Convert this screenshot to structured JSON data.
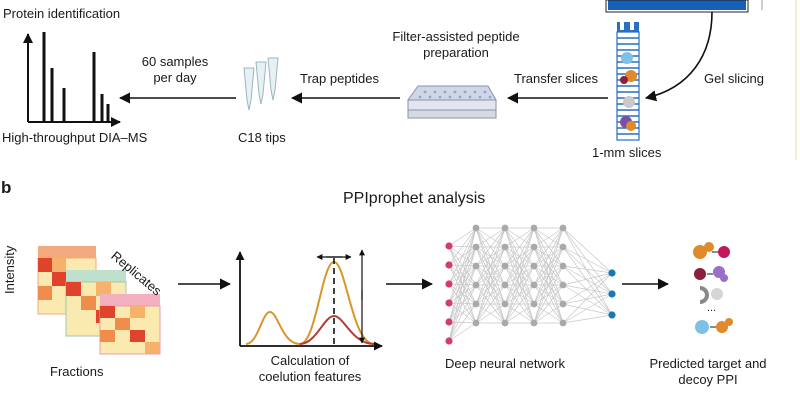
{
  "top": {
    "ms_label": "Protein identification",
    "ms_caption": "High-throughput DIA–MS",
    "samples_label": "60 samples per day",
    "trap_label": "Trap peptides",
    "tips_caption": "C18 tips",
    "filter_label": "Filter-assisted peptide preparation",
    "transfer_label": "Transfer slices",
    "slices_caption": "1-mm slices",
    "gel_label": "Gel slicing"
  },
  "panel_b": {
    "letter": "b",
    "title": "PPIprophet analysis",
    "intensity_axis": "Intensity",
    "replicates_label": "Replicates",
    "fractions_label": "Fractions",
    "coelution_caption_line1": "Calculation of",
    "coelution_caption_line2": "coelution features",
    "dnn_caption": "Deep neural network",
    "ppi_caption_line1": "Predicted target and",
    "ppi_caption_line2": "decoy PPI",
    "ellipsis": "..."
  },
  "colors": {
    "arrow": "#111111",
    "gel_blue": "#1560b8",
    "heat_dark": "#e0432c",
    "heat_light": "#fbeab0",
    "curve_orange": "#d9962a",
    "curve_red": "#b53a36",
    "node_grey": "#a9a9a9",
    "node_pink": "#d43d6a",
    "node_blue": "#1678b5"
  }
}
